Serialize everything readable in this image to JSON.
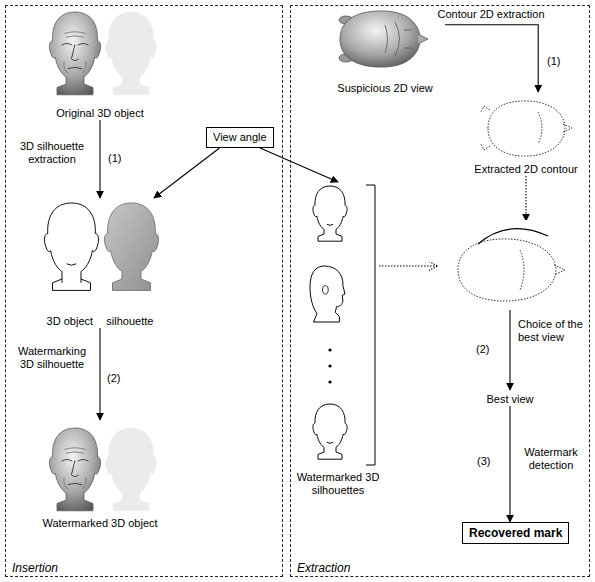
{
  "diagram": {
    "nodes": [
      {
        "text": [
          "Insertion"
        ]
      },
      {
        "text": [
          "Extraction"
        ]
      },
      {
        "text": [
          "Original 3D object"
        ],
        "in": 0
      },
      {
        "text": [
          "3D object",
          "silhouette"
        ],
        "in": 0
      },
      {
        "text": [
          "Watermarked 3D object"
        ],
        "in": 0
      },
      {
        "text": [
          "View angle"
        ]
      },
      {
        "text": [
          "Suspicious 2D view"
        ],
        "in": 1
      },
      {
        "text": [
          "Extracted 2D contour"
        ],
        "in": 1
      },
      {
        "text": [
          "Watermarked 3D silhouettes"
        ],
        "in": 1
      },
      {
        "text": [
          "Best view"
        ],
        "in": 1
      },
      {
        "text": [
          "Recovered mark"
        ],
        "in": 1
      }
    ],
    "edges": [
      {
        "from": 2,
        "to": 3,
        "arrow": "to",
        "label": "3D silhouette extraction"
      },
      {
        "from": 3,
        "to": 4,
        "arrow": "to",
        "label": "Watermarking 3D silhouette"
      },
      {
        "from": 5,
        "to": 3,
        "arrow": "to"
      },
      {
        "from": 5,
        "to": 8,
        "arrow": "to"
      },
      {
        "from": 6,
        "to": 7,
        "arrow": "to",
        "label": "Contour 2D extraction"
      },
      {
        "from": 7,
        "to": 9,
        "arrow": "to",
        "label": "Choice of the best view"
      },
      {
        "from": 9,
        "to": 10,
        "arrow": "to",
        "label": "Watermark detection"
      }
    ],
    "labels": [
      "(1)",
      "(2)",
      "(1)",
      "(2)",
      "(3)"
    ]
  }
}
